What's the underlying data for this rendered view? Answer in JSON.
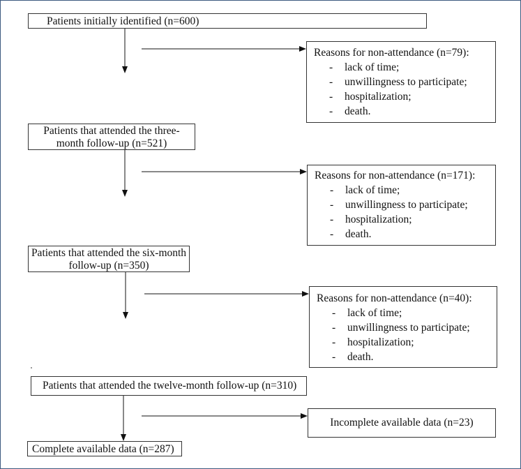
{
  "main_flow": [
    {
      "line1": "Patients initially identified (n=600)",
      "line2": ""
    },
    {
      "line1": "Patients that attended the three-",
      "line2": "month follow-up (n=521)"
    },
    {
      "line1": "Patients that attended the six-month",
      "line2": "follow-up (n=350)"
    },
    {
      "line1": "Patients that attended the twelve-month follow-up (n=310)",
      "line2": ""
    },
    {
      "line1": "Complete available data (n=287)",
      "line2": ""
    }
  ],
  "exclusions": [
    {
      "title": "Reasons for non-attendance (n=79):",
      "items": [
        "lack of time;",
        "unwillingness to participate;",
        "hospitalization;",
        "death."
      ]
    },
    {
      "title": "Reasons for non-attendance (n=171):",
      "items": [
        "lack of time;",
        "unwillingness to participate;",
        "hospitalization;",
        "death."
      ]
    },
    {
      "title": "Reasons for non-attendance (n=40):",
      "items": [
        "lack of time;",
        "unwillingness to participate;",
        "hospitalization;",
        "death."
      ]
    },
    {
      "title": "Incomplete available data (n=23)",
      "items": []
    }
  ],
  "bullet_char": "-"
}
